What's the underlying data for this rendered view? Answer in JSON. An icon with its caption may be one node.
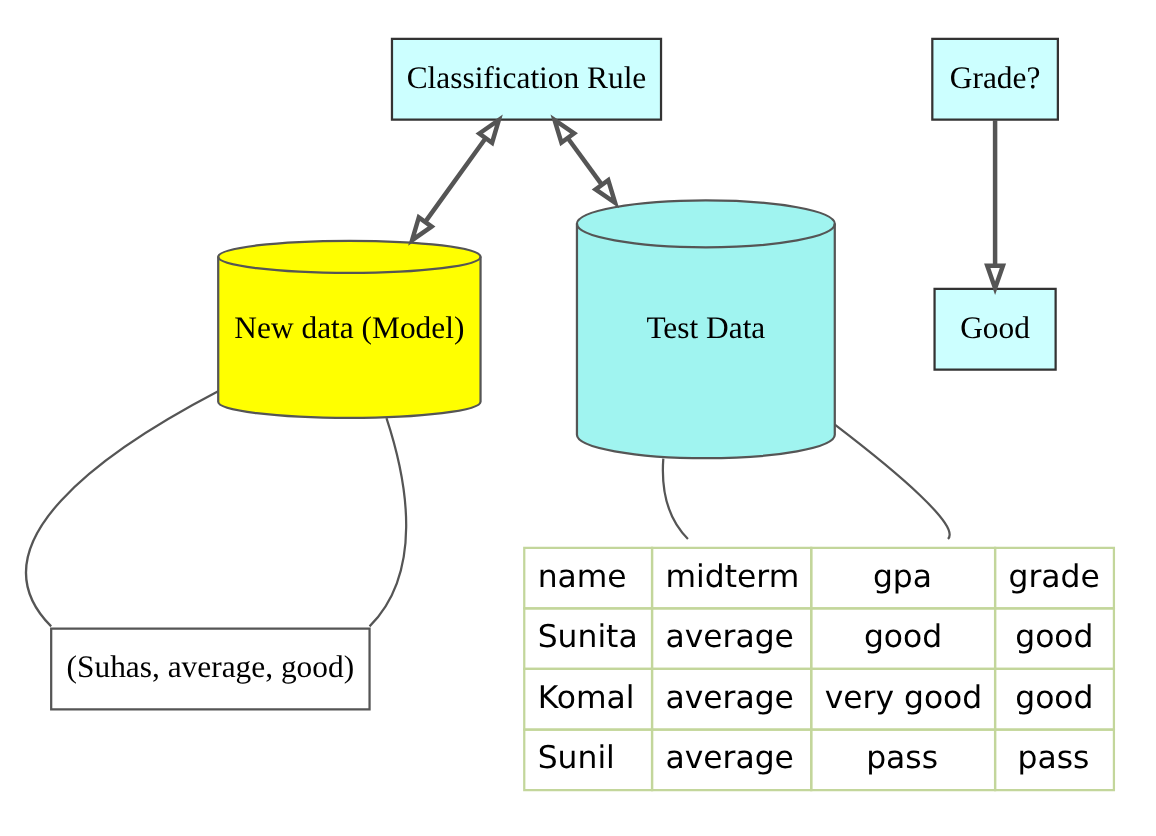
{
  "diagram": {
    "nodes": [
      {
        "text": [
          "Classification Rule"
        ]
      },
      {
        "text": [
          "Test Data"
        ]
      },
      {
        "text": [
          "name",
          "midterm",
          "gpa",
          "grade",
          "Sunita",
          "average",
          "good",
          "good",
          "Komal",
          "average",
          "very good",
          "good",
          "Sunil",
          "average",
          "pass",
          "pass"
        ]
      },
      {
        "text": [
          "New data (Model)"
        ]
      },
      {
        "text": [
          "(Suhas, average, good)"
        ]
      },
      {
        "text": [
          "Grade?"
        ]
      },
      {
        "text": [
          "Good"
        ]
      }
    ],
    "edges": [
      {
        "from": 1,
        "to": 0,
        "arrow": "both"
      },
      {
        "from": 0,
        "to": 3,
        "arrow": "both"
      },
      {
        "from": 1,
        "to": 2,
        "arrow": "none"
      },
      {
        "from": 1,
        "to": 2,
        "arrow": "none"
      },
      {
        "from": 3,
        "to": 4,
        "arrow": "none"
      },
      {
        "from": 3,
        "to": 4,
        "arrow": "none"
      },
      {
        "from": 5,
        "to": 6,
        "arrow": "to"
      }
    ]
  }
}
